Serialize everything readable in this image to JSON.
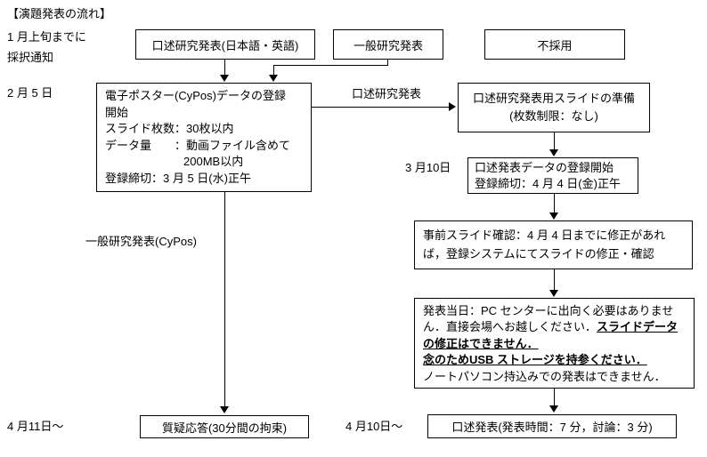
{
  "title": "【演題発表の流れ】",
  "labels": {
    "notice_line1": "1 月上旬までに",
    "notice_line2": "採択通知",
    "feb5": "2 月 5 日",
    "mar10": "3 月10日",
    "apr11": "4 月11日～",
    "apr10": "4 月10日～"
  },
  "edge_labels": {
    "oral_research": "口述研究発表",
    "general_cypos": "一般研究発表(CyPos)"
  },
  "boxes": {
    "oral_research_jp_en": "口述研究発表(日本語・英語)",
    "general_research": "一般研究発表",
    "rejected": "不採用",
    "cypos_registration": {
      "lines": [
        "電子ポスター(CyPos)データの登録",
        "開始",
        "スライド枚数：30枚以内",
        "データ量　　：動画ファイル含めて",
        "200MB以内",
        "登録締切：3 月 5 日(水)正午"
      ]
    },
    "slide_preparation": {
      "line1": "口述研究発表用スライドの準備",
      "line2": "(枚数制限：なし)"
    },
    "oral_data_registration": {
      "line1": "口述発表データの登録開始",
      "line2": "登録締切：4 月 4 日(金)正午"
    },
    "slide_check": "事前スライド確認：4 月 4 日までに修正があれば，登録システムにてスライドの修正・確認",
    "presentation_day": {
      "normal1": "発表当日：PC センターに出向く必要はありません．直接会場へお越しください．",
      "bold_underline1": "スライドデータの修正はできません．",
      "bold_underline2": "念のためUSB ストレージを持参ください．",
      "normal2": "ノートパソコン持込みでの発表はできません．"
    },
    "qa_session": "質疑応答(30分間の拘束)",
    "oral_presentation": "口述発表(発表時間：7 分，討論：3 分)"
  },
  "colors": {
    "background": "#ffffff",
    "line": "#000000",
    "text": "#000000"
  }
}
